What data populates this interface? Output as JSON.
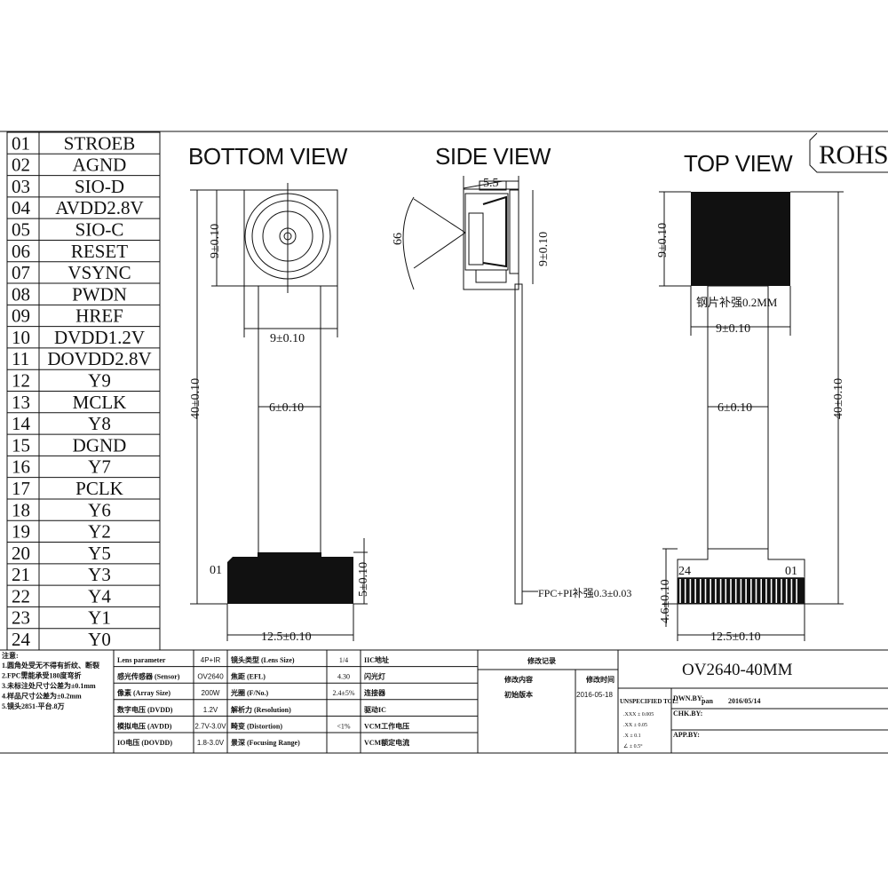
{
  "pins": [
    {
      "num": "01",
      "name": "STROEB"
    },
    {
      "num": "02",
      "name": "AGND"
    },
    {
      "num": "03",
      "name": "SIO-D"
    },
    {
      "num": "04",
      "name": "AVDD2.8V"
    },
    {
      "num": "05",
      "name": "SIO-C"
    },
    {
      "num": "06",
      "name": "RESET"
    },
    {
      "num": "07",
      "name": "VSYNC"
    },
    {
      "num": "08",
      "name": "PWDN"
    },
    {
      "num": "09",
      "name": "HREF"
    },
    {
      "num": "10",
      "name": "DVDD1.2V"
    },
    {
      "num": "11",
      "name": "DOVDD2.8V"
    },
    {
      "num": "12",
      "name": "Y9"
    },
    {
      "num": "13",
      "name": "MCLK"
    },
    {
      "num": "14",
      "name": "Y8"
    },
    {
      "num": "15",
      "name": "DGND"
    },
    {
      "num": "16",
      "name": "Y7"
    },
    {
      "num": "17",
      "name": "PCLK"
    },
    {
      "num": "18",
      "name": "Y6"
    },
    {
      "num": "19",
      "name": "Y2"
    },
    {
      "num": "20",
      "name": "Y5"
    },
    {
      "num": "21",
      "name": "Y3"
    },
    {
      "num": "22",
      "name": "Y4"
    },
    {
      "num": "23",
      "name": "Y1"
    },
    {
      "num": "24",
      "name": "Y0"
    }
  ],
  "views": {
    "bottom": "BOTTOM VIEW",
    "side": "SIDE VIEW",
    "top": "TOP VIEW",
    "rohs": "ROHS"
  },
  "dimensions": {
    "bottom_lens_h": "9±0.10",
    "bottom_w9": "9±0.10",
    "bottom_total": "40±0.10",
    "bottom_fpc6": "6±0.10",
    "bottom_conn_h": "5±0.10",
    "bottom_conn_w": "12.5±0.10",
    "bottom_pin1": "01",
    "side_w": "5.5",
    "side_angle": "66",
    "side_h": "9±0.10",
    "side_fpc": "FPC+PI补强0.3±0.03",
    "top_h": "9±0.10",
    "top_stiffener": "钢片补强0.2MM",
    "top_w9": "9±0.10",
    "top_total": "40±0.10",
    "top_fpc6": "6±0.10",
    "top_conn_h": "4.6±0.10",
    "top_conn_w": "12.5±0.10",
    "top_pin24": "24",
    "top_pin01": "01"
  },
  "notes": {
    "title": "注意:",
    "lines": [
      "1.圆角处受无不得有折纹、断裂",
      "2.FPC需能承受180度弯折",
      "3.未标注处尺寸公差为±0.1mm",
      "4.样品尺寸公差为±0.2mm",
      "5.镜头2851-平台.8万"
    ]
  },
  "specs": {
    "rows": [
      {
        "label": "Lens parameter",
        "value": "4P+IR",
        "label2": "镜头类型 (Lens Size)",
        "value2": "1/4",
        "label3": "IIC地址"
      },
      {
        "label": "感光传感器 (Sensor)",
        "value": "OV2640",
        "label2": "焦距 (EFL)",
        "value2": "4.30",
        "label3": "闪光灯"
      },
      {
        "label": "像素 (Array Size)",
        "value": "200W",
        "label2": "光圈 (F/No.)",
        "value2": "2.4±5%",
        "label3": "连接器"
      },
      {
        "label": "数字电压 (DVDD)",
        "value": "1.2V",
        "label2": "解析力 (Resolution)",
        "value2": "",
        "label3": "驱动IC"
      },
      {
        "label": "模拟电压 (AVDD)",
        "value": "2.7V-3.0V",
        "label2": "畸变 (Distortion)",
        "value2": "<1%",
        "label3": "VCM工作电压"
      },
      {
        "label": "IO电压 (DOVDD)",
        "value": "1.8-3.0V",
        "label2": "景深 (Focusing Range)",
        "value2": "",
        "label3": "VCM额定电流"
      }
    ]
  },
  "revision": {
    "header": "修改记录",
    "col1": "修改内容",
    "col2": "修改时间",
    "row1_content": "初始版本",
    "row1_date": "2016-05-18"
  },
  "titleblock": {
    "part": "OV2640-40MM",
    "tol_label": "UNSPECIFIED TOL:",
    "tol_rows": [
      ".XXX ± 0.005",
      ".XX ± 0.05",
      ".X ± 0.1",
      "∠ ± 0.5°"
    ],
    "drawn_label": "DWN.BY:",
    "drawn_by": "pan",
    "drawn_date": "2016/05/14",
    "check_label": "CHK.BY:",
    "approve_label": "APP.BY:"
  }
}
